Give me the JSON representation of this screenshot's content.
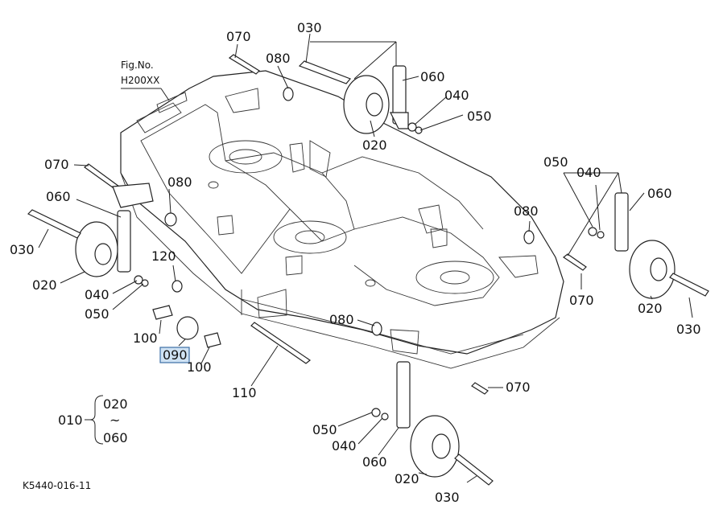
{
  "figure": {
    "fig_label": "Fig.No.",
    "fig_number": "H200XX",
    "drawing_code": "K5440-016-11"
  },
  "callouts": {
    "c070_top": "070",
    "c030_top": "030",
    "c080_top": "080",
    "c060_top": "060",
    "c040_top": "040",
    "c050_top": "050",
    "c020_top": "020",
    "c070_left": "070",
    "c080_left": "080",
    "c060_left": "060",
    "c030_left": "030",
    "c020_left": "020",
    "c120": "120",
    "c040_left": "040",
    "c050_left": "050",
    "c100_a": "100",
    "c090": "090",
    "c100_b": "100",
    "c110": "110",
    "c080_mid": "080",
    "c070_mid": "070",
    "c050_right": "050",
    "c040_right": "040",
    "c060_right": "060",
    "c080_right": "080",
    "c070_right": "070",
    "c020_right": "020",
    "c030_right": "030",
    "c050_bottom": "050",
    "c040_bottom": "040",
    "c060_bottom": "060",
    "c020_bottom": "020",
    "c030_bottom": "030"
  },
  "assembly_key": {
    "parent": "010",
    "from": "020",
    "tilde": "~",
    "to": "060"
  },
  "highlight_color": "#cfe2f3"
}
